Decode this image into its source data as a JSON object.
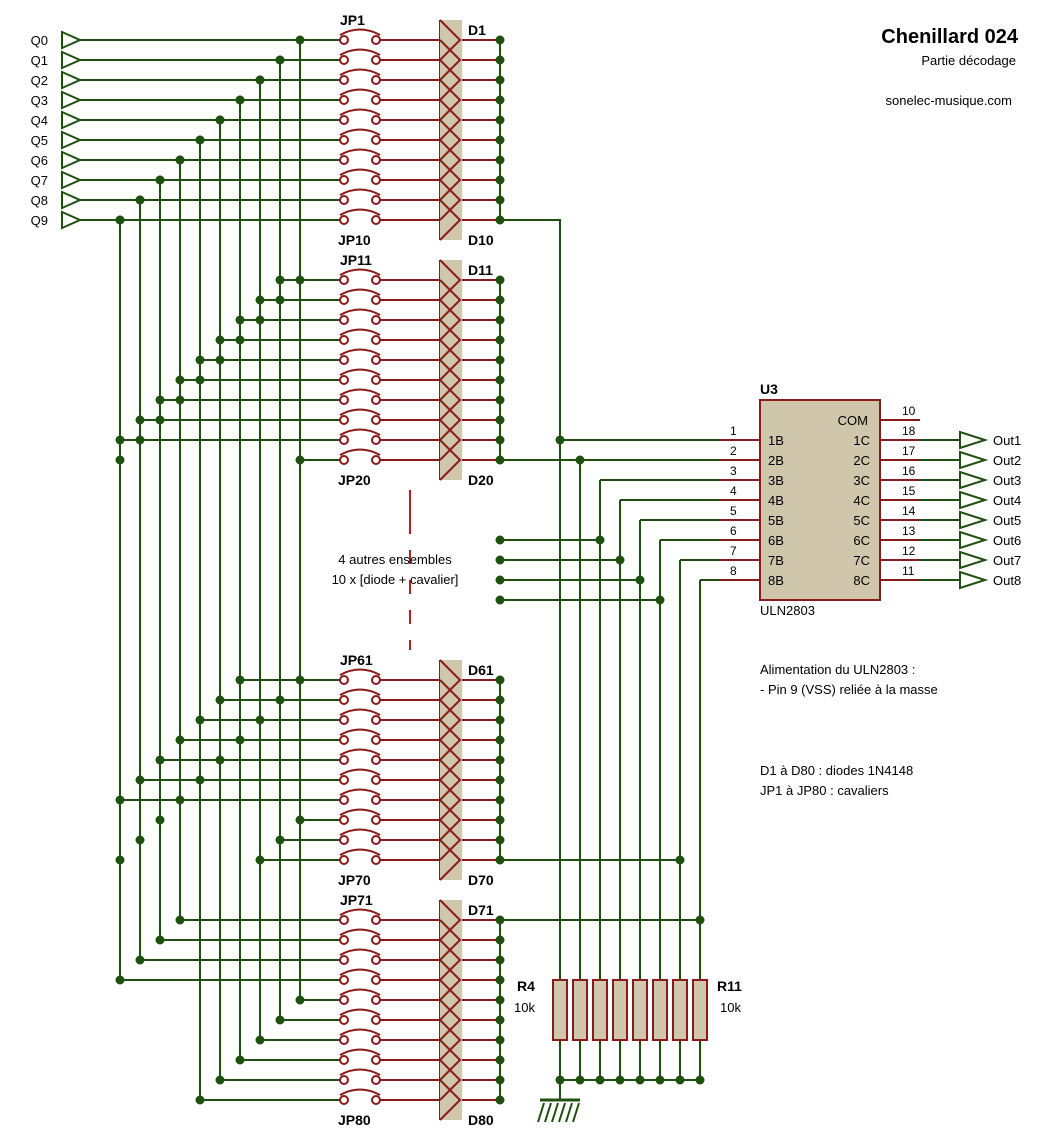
{
  "header": {
    "title": "Chenillard 024",
    "subtitle": "Partie décodage",
    "website": "sonelec-musique.com"
  },
  "inputs": [
    "Q0",
    "Q1",
    "Q2",
    "Q3",
    "Q4",
    "Q5",
    "Q6",
    "Q7",
    "Q8",
    "Q9"
  ],
  "groups": [
    {
      "jp_top": "JP1",
      "jp_bottom": "JP10",
      "d_top": "D1",
      "d_bottom": "D10"
    },
    {
      "jp_top": "JP11",
      "jp_bottom": "JP20",
      "d_top": "D11",
      "d_bottom": "D20"
    },
    {
      "jp_top": "JP61",
      "jp_bottom": "JP70",
      "d_top": "D61",
      "d_bottom": "D70"
    },
    {
      "jp_top": "JP71",
      "jp_bottom": "JP80",
      "d_top": "D71",
      "d_bottom": "D80"
    }
  ],
  "middle_note": {
    "line1": "4 autres ensembles",
    "line2": "10 x [diode + cavalier]"
  },
  "ic": {
    "ref": "U3",
    "part": "ULN2803",
    "com_label": "COM",
    "com_pin": "10",
    "left_pins": [
      {
        "num": "1",
        "name": "1B"
      },
      {
        "num": "2",
        "name": "2B"
      },
      {
        "num": "3",
        "name": "3B"
      },
      {
        "num": "4",
        "name": "4B"
      },
      {
        "num": "5",
        "name": "5B"
      },
      {
        "num": "6",
        "name": "6B"
      },
      {
        "num": "7",
        "name": "7B"
      },
      {
        "num": "8",
        "name": "8B"
      }
    ],
    "right_pins": [
      {
        "num": "18",
        "name": "1C",
        "out": "Out1"
      },
      {
        "num": "17",
        "name": "2C",
        "out": "Out2"
      },
      {
        "num": "16",
        "name": "3C",
        "out": "Out3"
      },
      {
        "num": "15",
        "name": "4C",
        "out": "Out4"
      },
      {
        "num": "14",
        "name": "5C",
        "out": "Out5"
      },
      {
        "num": "13",
        "name": "6C",
        "out": "Out6"
      },
      {
        "num": "12",
        "name": "7C",
        "out": "Out7"
      },
      {
        "num": "11",
        "name": "8C",
        "out": "Out8"
      }
    ]
  },
  "resistors": {
    "left_ref": "R4",
    "left_val": "10k",
    "right_ref": "R11",
    "right_val": "10k"
  },
  "notes": {
    "power_title": "Alimentation du ULN2803 :",
    "power_line": "- Pin 9 (VSS) reliée à la masse",
    "diodes_line": "D1 à D80 : diodes 1N4148",
    "jumpers_line": "JP1 à JP80 : cavaliers"
  },
  "colors": {
    "wire": "#1e5010",
    "component": "#8b1a1a",
    "fill": "#cfc6ac"
  }
}
